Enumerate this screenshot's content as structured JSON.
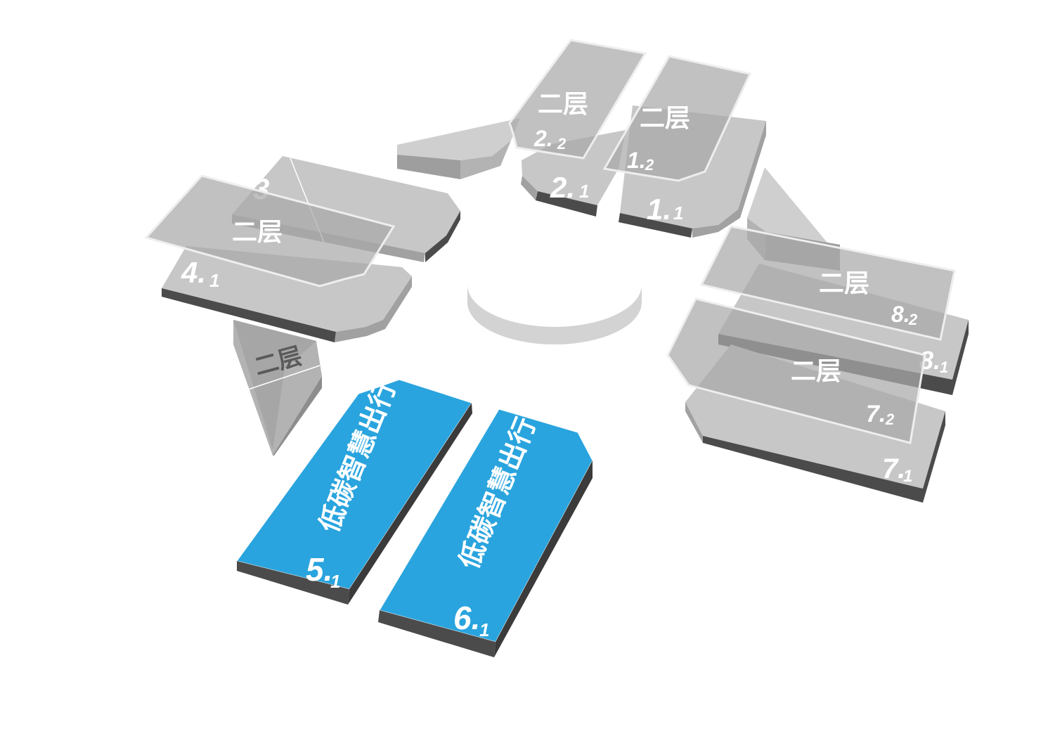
{
  "map": {
    "colors": {
      "highlight": "#29a4de",
      "block_top": "#c7c7c7",
      "upper_floor": "#a9a9a9",
      "base_edge": "#4b4b4b"
    },
    "zones": {
      "z1_1": {
        "label": "1.",
        "sub": "1"
      },
      "z1_2": {
        "label": "1.",
        "sub": "2",
        "floor": "二层"
      },
      "z2_1": {
        "label": "2.",
        "sub": "1"
      },
      "z2_2": {
        "label": "2.",
        "sub": "2",
        "floor": "二层"
      },
      "z3": {
        "label": "3"
      },
      "z4_1": {
        "label": "4.",
        "sub": "1"
      },
      "z4_upper": {
        "floor": "二层"
      },
      "z5_1": {
        "label": "5.",
        "sub": "1",
        "title": "低碳智慧出行"
      },
      "z6_1": {
        "label": "6.",
        "sub": "1",
        "title": "低碳智慧出行"
      },
      "z7_1": {
        "label": "7.",
        "sub": "1"
      },
      "z7_2": {
        "label": "7.",
        "sub": "2",
        "floor": "二层"
      },
      "z8_1": {
        "label": "8.",
        "sub": "1"
      },
      "z8_2": {
        "label": "8.",
        "sub": "2",
        "floor": "二层"
      },
      "triangle_west": {
        "floor": "二层"
      }
    }
  }
}
